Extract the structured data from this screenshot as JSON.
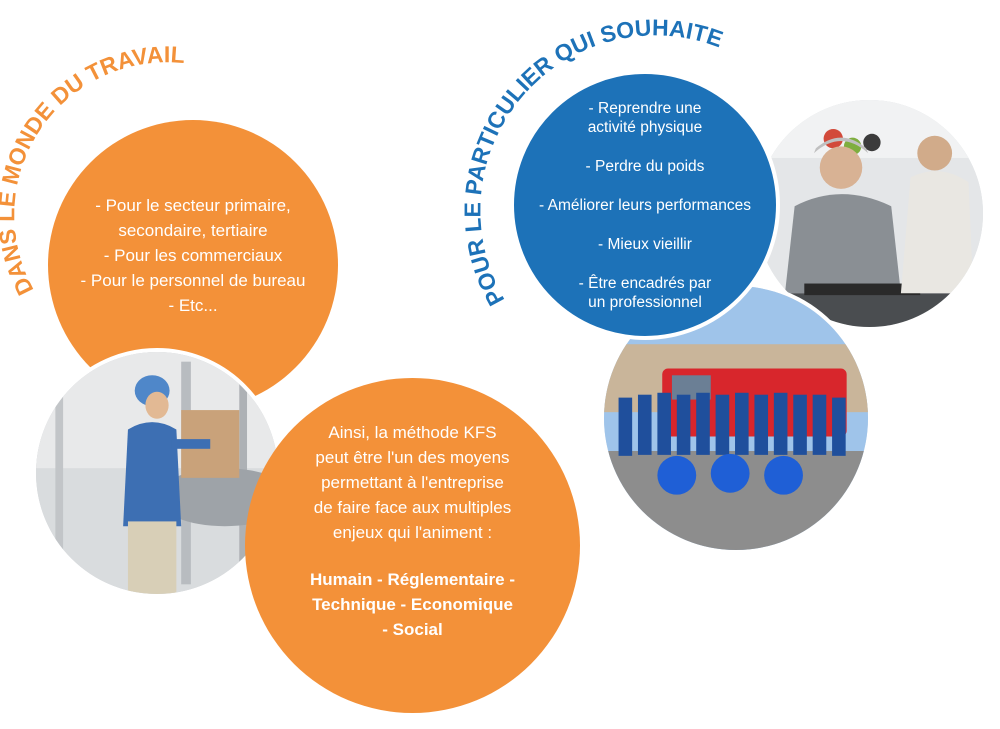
{
  "colors": {
    "orange": "#f39139",
    "blue": "#1d72b8",
    "white": "#ffffff"
  },
  "work": {
    "arc_title": "DANS LE MONDE DU TRAVAIL",
    "lines": [
      "- Pour le secteur primaire,",
      "secondaire, tertiaire",
      "- Pour les commerciaux",
      "- Pour le personnel de bureau",
      "- Etc..."
    ],
    "photo": "factory-worker-photo"
  },
  "kfs": {
    "lines": [
      "Ainsi, la méthode KFS",
      "peut être l'un des moyens",
      "permettant à l'entreprise",
      "de faire face aux multiples",
      "enjeux qui l'animent :"
    ],
    "bold_lines": [
      "Humain  -  Réglementaire -",
      "Technique - Economique",
      "- Social"
    ]
  },
  "individual": {
    "arc_title": "POUR LE PARTICULIER QUI SOUHAITE",
    "items": [
      [
        "- Reprendre une",
        "activité physique"
      ],
      [
        "- Perdre du poids"
      ],
      [
        "- Améliorer leurs performances"
      ],
      [
        "- Mieux vieillir"
      ],
      [
        "- Être encadrés par",
        "un professionnel"
      ]
    ],
    "photo_top": "senior-exercise-photo",
    "photo_bottom": "firefighters-team-photo"
  }
}
